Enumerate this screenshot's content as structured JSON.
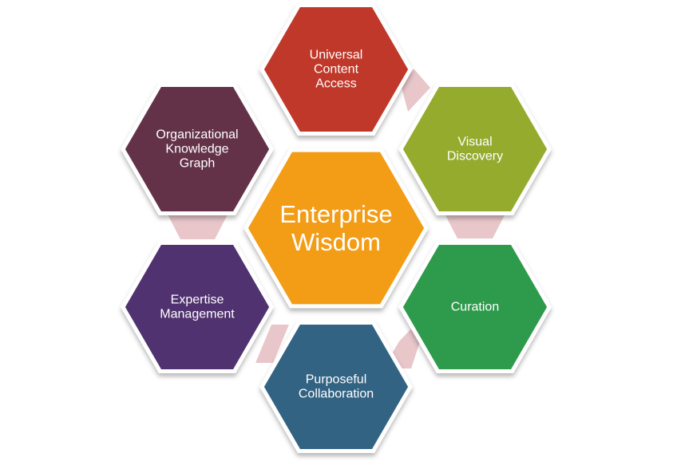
{
  "center": {
    "lines": [
      "Enterprise",
      "Wisdom"
    ],
    "color": "#F39C16"
  },
  "hexagons": [
    {
      "id": "universal-content-access",
      "lines": [
        "Universal",
        "Content",
        "Access"
      ],
      "color": "#C0392B"
    },
    {
      "id": "visual-discovery",
      "lines": [
        "Visual",
        "Discovery"
      ],
      "color": "#94AB2F"
    },
    {
      "id": "curation",
      "lines": [
        "Curation"
      ],
      "color": "#2F9A4B"
    },
    {
      "id": "purposeful-collaboration",
      "lines": [
        "Purposeful",
        "Collaboration"
      ],
      "color": "#326383"
    },
    {
      "id": "expertise-management",
      "lines": [
        "Expertise",
        "Management"
      ],
      "color": "#513270"
    },
    {
      "id": "organizational-knowledge-graph",
      "lines": [
        "Organizational",
        "Knowledge",
        "Graph"
      ],
      "color": "#643048"
    }
  ],
  "connector_color": "#E8C6CA"
}
